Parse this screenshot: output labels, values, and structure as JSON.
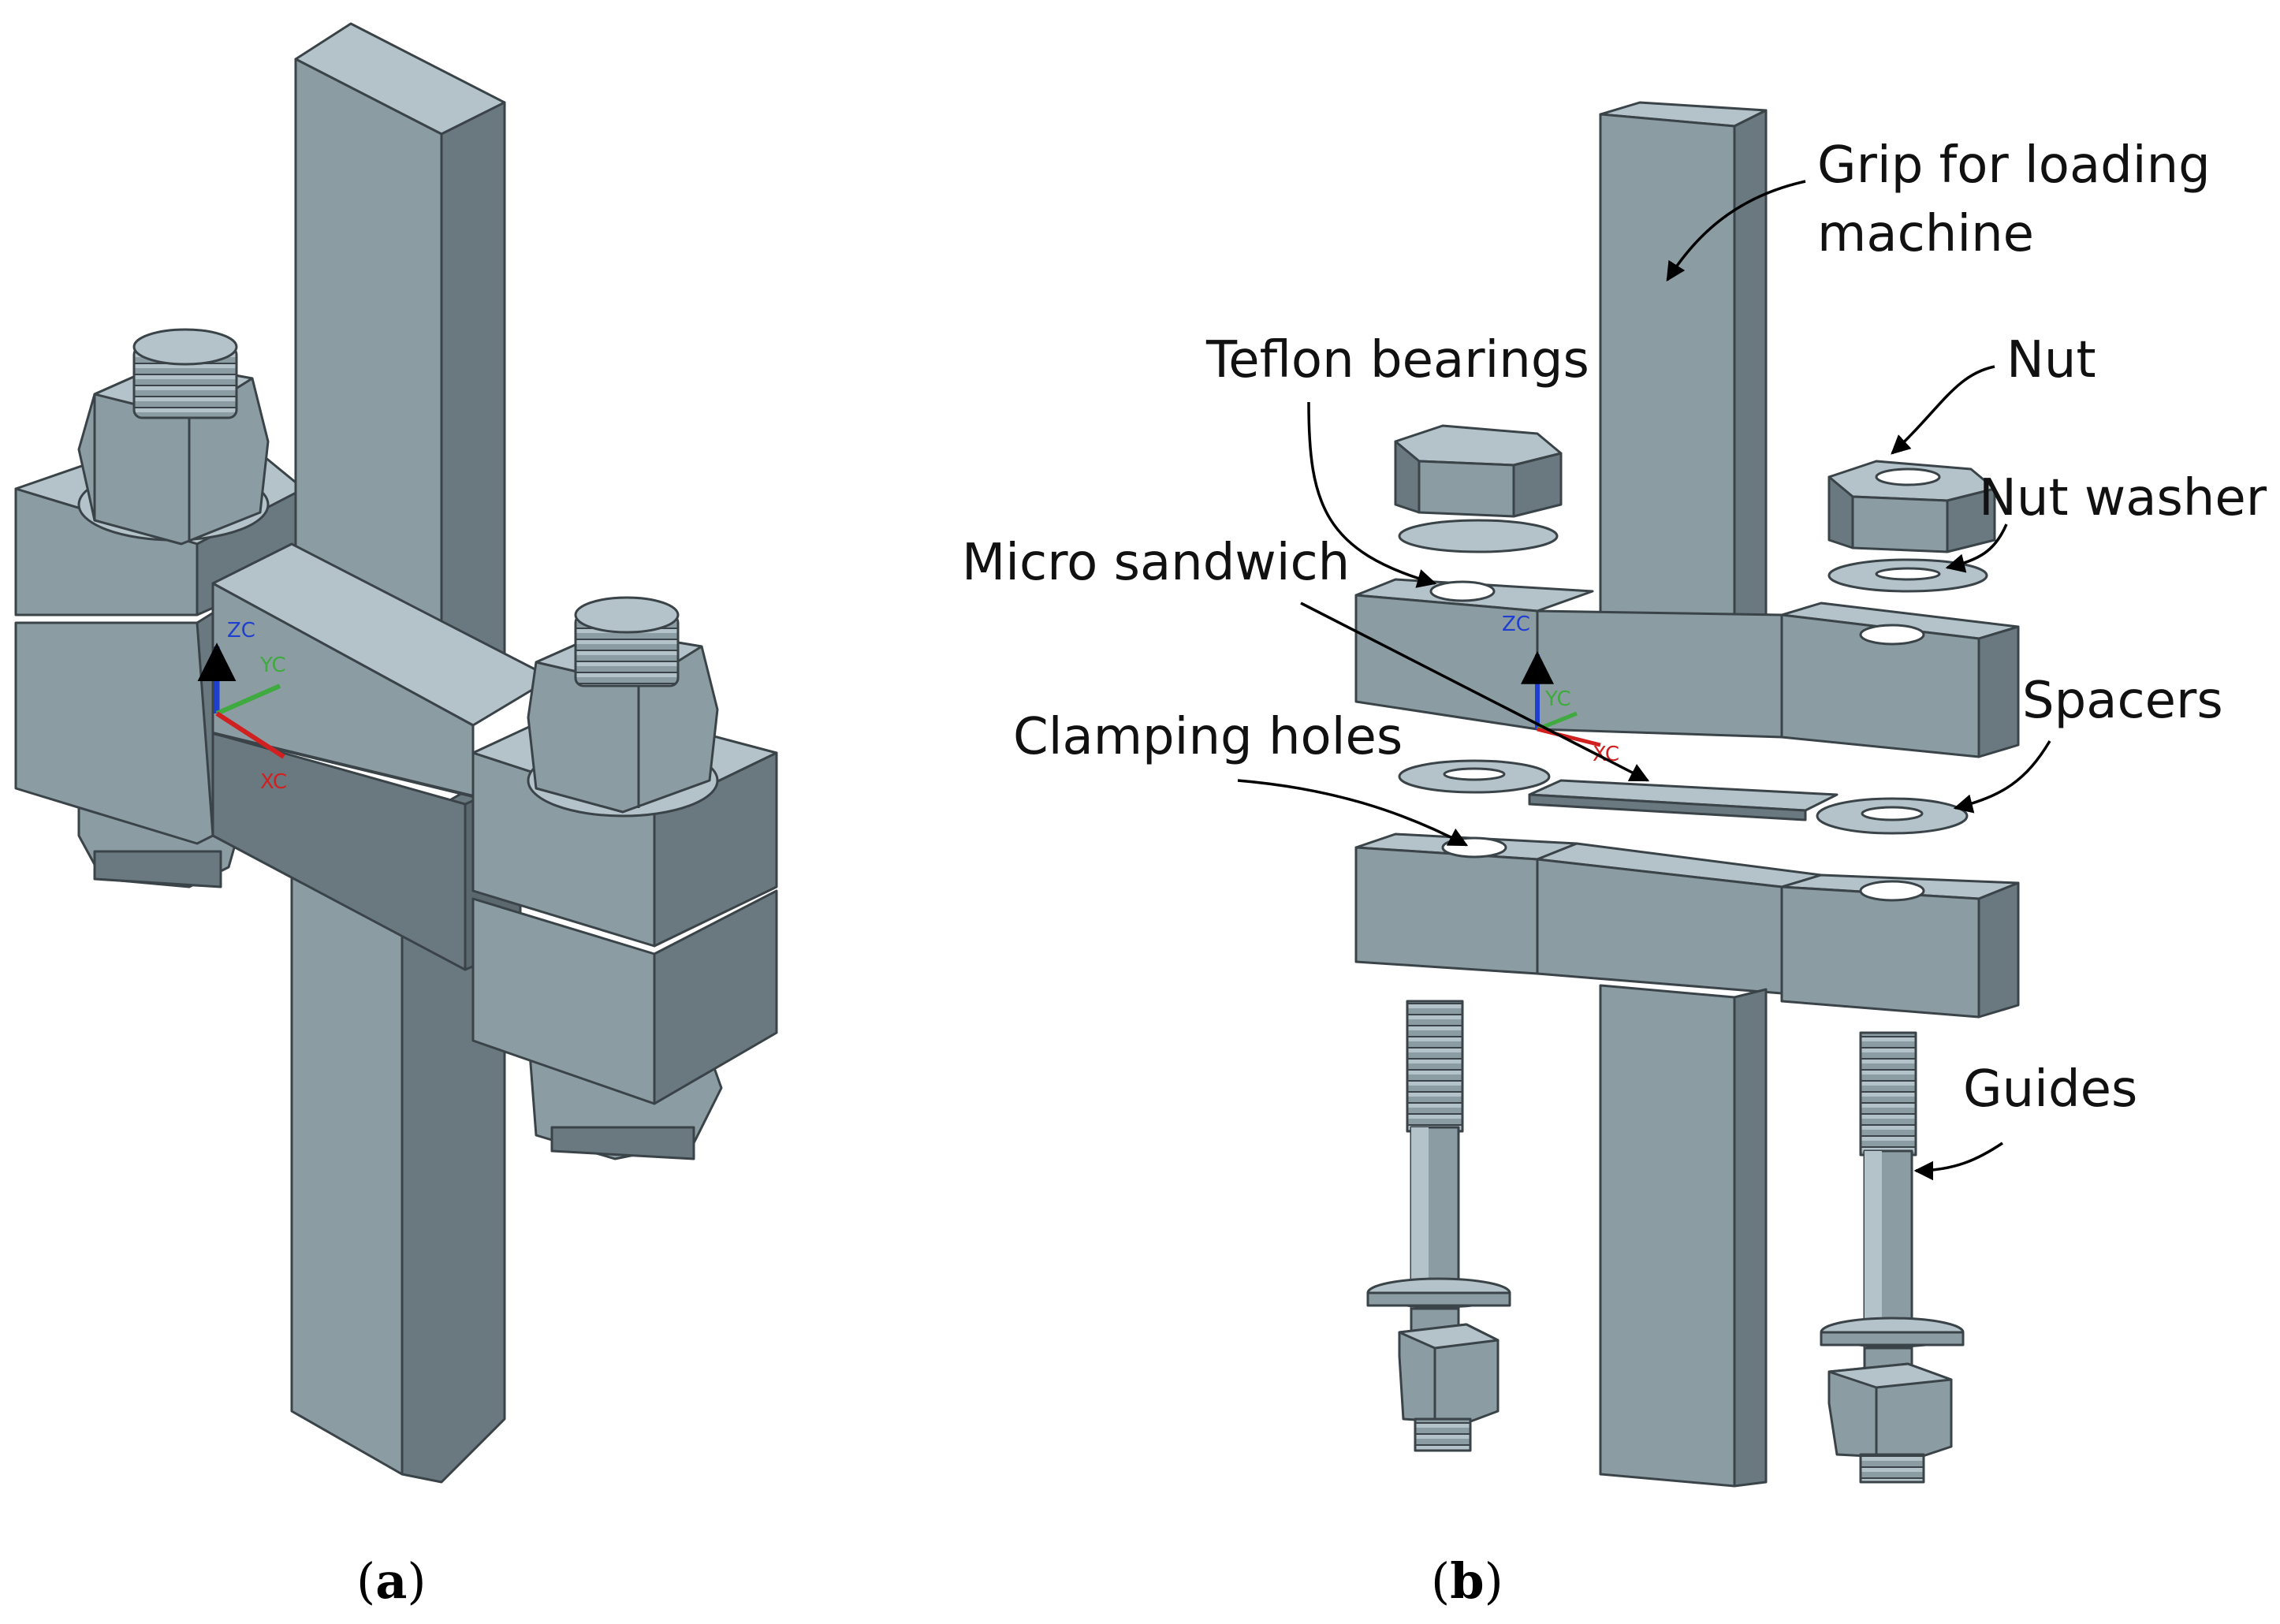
{
  "panel_a": {
    "caption_open": "(",
    "caption_letter": "a",
    "caption_close": ")",
    "axes": {
      "z": "ZC",
      "y": "YC",
      "x": "XC"
    }
  },
  "panel_b": {
    "caption_open": "(",
    "caption_letter": "b",
    "caption_close": ")",
    "axes": {
      "z": "ZC",
      "y": "YC",
      "x": "XC"
    },
    "labels": {
      "grip_line1": "Grip for loading",
      "grip_line2": "machine",
      "teflon": "Teflon bearings",
      "nut": "Nut",
      "nut_washer": "Nut washer",
      "micro_sandwich": "Micro sandwich",
      "spacers": "Spacers",
      "clamping_holes": "Clamping holes",
      "guides": "Guides"
    }
  },
  "colors": {
    "part_top": "#b4c2c9",
    "part_front": "#8c9ca3",
    "part_side": "#6a7980",
    "edge": "#3a4448",
    "axis_z": "#1f3fd0",
    "axis_y": "#3faa3f",
    "axis_x": "#d02020"
  }
}
